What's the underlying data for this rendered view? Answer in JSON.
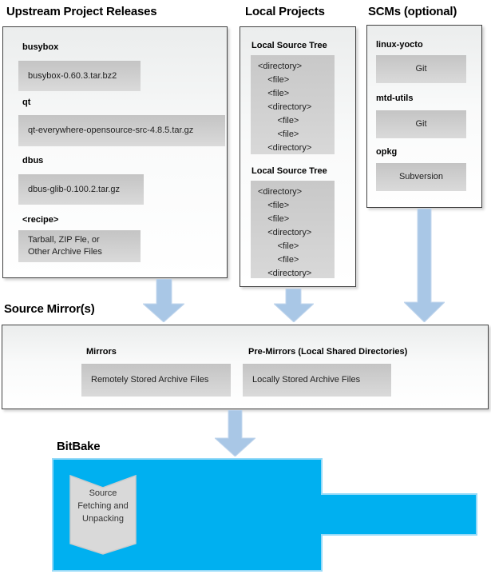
{
  "colors": {
    "accent_cyan": "#00b0f0",
    "arrow_blue": "#a9c7e6",
    "inner_box_gray": "#cdcdcd",
    "outer_box_border": "#424242"
  },
  "sections": {
    "upstream": {
      "title": "Upstream Project Releases",
      "items": [
        {
          "label": "busybox",
          "file": "busybox-0.60.3.tar.bz2"
        },
        {
          "label": "qt",
          "file": "qt-everywhere-opensource-src-4.8.5.tar.gz"
        },
        {
          "label": "dbus",
          "file": "dbus-glib-0.100.2.tar.gz"
        },
        {
          "label": "<recipe>",
          "file": "Tarball, ZIP Fle, or\nOther Archive Files"
        }
      ]
    },
    "local": {
      "title": "Local Projects",
      "trees": [
        {
          "heading": "Local Source Tree",
          "content": "<directory>\n    <file>\n    <file>\n    <directory>\n        <file>\n        <file>\n    <directory>"
        },
        {
          "heading": "Local Source Tree",
          "content": "<directory>\n    <file>\n    <file>\n    <directory>\n        <file>\n        <file>\n    <directory>"
        }
      ]
    },
    "scms": {
      "title": "SCMs (optional)",
      "items": [
        {
          "label": "linux-yocto",
          "scm": "Git"
        },
        {
          "label": "mtd-utils",
          "scm": "Git"
        },
        {
          "label": "opkg",
          "scm": "Subversion"
        }
      ]
    },
    "mirrors": {
      "title": "Source Mirror(s)",
      "groups": [
        {
          "label": "Mirrors",
          "box": "Remotely Stored Archive Files"
        },
        {
          "label": "Pre-Mirrors (Local Shared Directories)",
          "box": "Locally Stored Archive Files"
        }
      ]
    },
    "bitbake": {
      "title": "BitBake",
      "process": "Source\nFetching and\nUnpacking"
    }
  }
}
